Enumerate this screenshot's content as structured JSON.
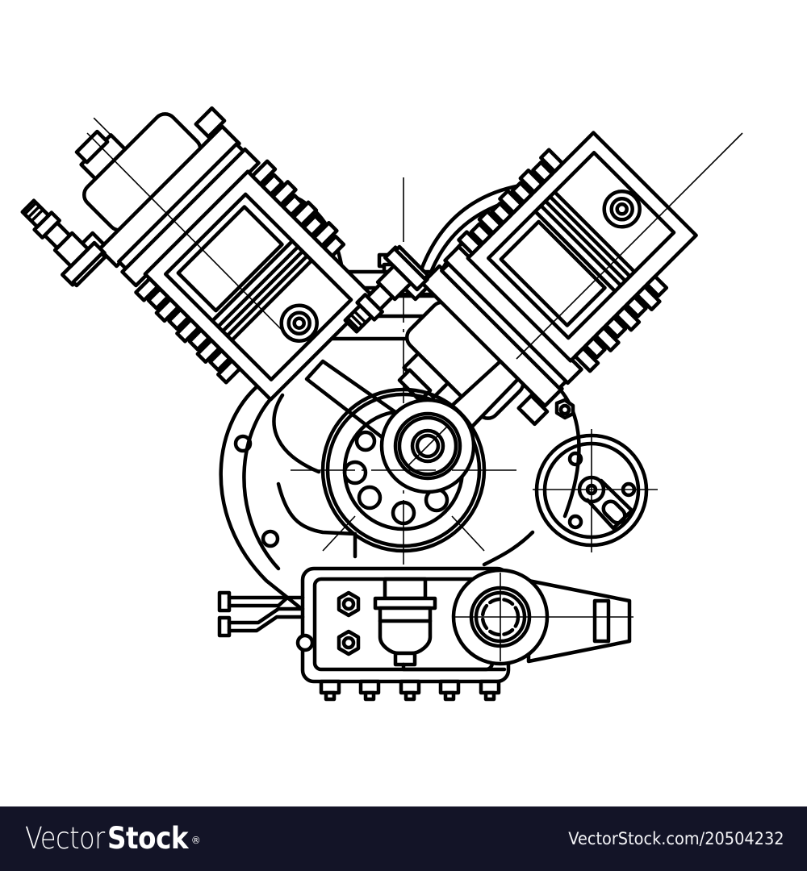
{
  "image": {
    "subject": "V-engine internal combustion motor technical line drawing",
    "background_color": "#ffffff",
    "line_color": "#000000",
    "parts": [
      "spark-plug-left",
      "spark-plug-right",
      "cylinder-head-left",
      "cylinder-head-right",
      "cooling-fins-left",
      "cooling-fins-right",
      "piston-left",
      "piston-right",
      "connecting-rod-left",
      "connecting-rod-right",
      "intake-pipe-left",
      "intake-pipe-right",
      "top-cover",
      "crankshaft-disc",
      "pulley",
      "crankcase",
      "oil-filter",
      "housing-block",
      "output-port",
      "bottom-bolts",
      "pipe-fitting"
    ]
  },
  "footer": {
    "background_color": "#131427",
    "text_color": "#ffffff",
    "logo": {
      "part_light": "Vector",
      "part_bold": "Stock",
      "registered": "®"
    },
    "url": "VectorStock.com/20504232"
  }
}
